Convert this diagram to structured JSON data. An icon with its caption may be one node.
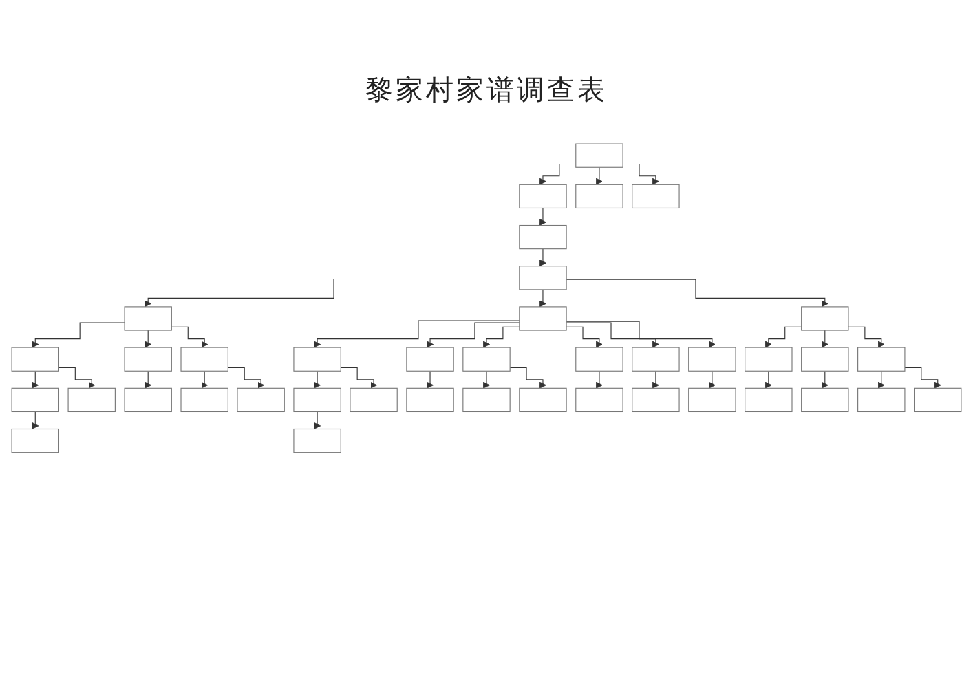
{
  "diagram": {
    "title": "黎家村家谱调查表",
    "nodes": [
      {
        "text": [],
        "shape": "box"
      },
      {
        "text": [],
        "shape": "box"
      },
      {
        "text": [],
        "shape": "box"
      },
      {
        "text": [],
        "shape": "box"
      },
      {
        "text": [],
        "shape": "box"
      },
      {
        "text": [],
        "shape": "box"
      },
      {
        "text": [],
        "shape": "box"
      },
      {
        "text": [],
        "shape": "box"
      },
      {
        "text": [],
        "shape": "box"
      },
      {
        "text": [],
        "shape": "box"
      },
      {
        "text": [],
        "shape": "box"
      },
      {
        "text": [],
        "shape": "box"
      },
      {
        "text": [],
        "shape": "box"
      },
      {
        "text": [],
        "shape": "box"
      },
      {
        "text": [],
        "shape": "box"
      },
      {
        "text": [],
        "shape": "box"
      },
      {
        "text": [],
        "shape": "box"
      },
      {
        "text": [],
        "shape": "box"
      },
      {
        "text": [],
        "shape": "box"
      },
      {
        "text": [],
        "shape": "box"
      },
      {
        "text": [],
        "shape": "box"
      },
      {
        "text": [],
        "shape": "box"
      },
      {
        "text": [],
        "shape": "box"
      },
      {
        "text": [],
        "shape": "box"
      },
      {
        "text": [],
        "shape": "box"
      },
      {
        "text": [],
        "shape": "box"
      },
      {
        "text": [],
        "shape": "box"
      },
      {
        "text": [],
        "shape": "box"
      },
      {
        "text": [],
        "shape": "box"
      },
      {
        "text": [],
        "shape": "box"
      },
      {
        "text": [],
        "shape": "box"
      },
      {
        "text": [],
        "shape": "box"
      },
      {
        "text": [],
        "shape": "box"
      },
      {
        "text": [],
        "shape": "box"
      },
      {
        "text": [],
        "shape": "box"
      },
      {
        "text": [],
        "shape": "box"
      },
      {
        "text": [],
        "shape": "box"
      },
      {
        "text": [],
        "shape": "box"
      },
      {
        "text": [],
        "shape": "box"
      },
      {
        "text": [],
        "shape": "box"
      }
    ],
    "edges": [
      {
        "from": 0,
        "to": 1,
        "arrow": "to"
      },
      {
        "from": 0,
        "to": 2,
        "arrow": "to"
      },
      {
        "from": 0,
        "to": 3,
        "arrow": "to"
      },
      {
        "from": 1,
        "to": 4,
        "arrow": "to"
      },
      {
        "from": 4,
        "to": 5,
        "arrow": "to"
      },
      {
        "from": 5,
        "to": 6,
        "arrow": "to"
      },
      {
        "from": 5,
        "to": 7,
        "arrow": "to"
      },
      {
        "from": 5,
        "to": 8,
        "arrow": "to"
      },
      {
        "from": 6,
        "to": 9,
        "arrow": "to"
      },
      {
        "from": 6,
        "to": 10,
        "arrow": "to"
      },
      {
        "from": 6,
        "to": 11,
        "arrow": "to"
      },
      {
        "from": 7,
        "to": 12,
        "arrow": "to"
      },
      {
        "from": 7,
        "to": 13,
        "arrow": "to"
      },
      {
        "from": 7,
        "to": 14,
        "arrow": "to"
      },
      {
        "from": 7,
        "to": 15,
        "arrow": "to"
      },
      {
        "from": 7,
        "to": 16,
        "arrow": "to"
      },
      {
        "from": 7,
        "to": 17,
        "arrow": "to"
      },
      {
        "from": 8,
        "to": 18,
        "arrow": "to"
      },
      {
        "from": 8,
        "to": 19,
        "arrow": "to"
      },
      {
        "from": 8,
        "to": 20,
        "arrow": "to"
      },
      {
        "from": 9,
        "to": 21,
        "arrow": "to"
      },
      {
        "from": 9,
        "to": 22,
        "arrow": "to"
      },
      {
        "from": 10,
        "to": 23,
        "arrow": "to"
      },
      {
        "from": 11,
        "to": 24,
        "arrow": "to"
      },
      {
        "from": 11,
        "to": 25,
        "arrow": "to"
      },
      {
        "from": 12,
        "to": 26,
        "arrow": "to"
      },
      {
        "from": 12,
        "to": 27,
        "arrow": "to"
      },
      {
        "from": 13,
        "to": 28,
        "arrow": "to"
      },
      {
        "from": 14,
        "to": 29,
        "arrow": "to"
      },
      {
        "from": 14,
        "to": 30,
        "arrow": "to"
      },
      {
        "from": 15,
        "to": 31,
        "arrow": "to"
      },
      {
        "from": 16,
        "to": 32,
        "arrow": "to"
      },
      {
        "from": 17,
        "to": 33,
        "arrow": "to"
      },
      {
        "from": 18,
        "to": 34,
        "arrow": "to"
      },
      {
        "from": 19,
        "to": 35,
        "arrow": "to"
      },
      {
        "from": 20,
        "to": 36,
        "arrow": "to"
      },
      {
        "from": 20,
        "to": 37,
        "arrow": "to"
      },
      {
        "from": 21,
        "to": 38,
        "arrow": "to"
      },
      {
        "from": 26,
        "to": 39,
        "arrow": "to"
      }
    ]
  }
}
